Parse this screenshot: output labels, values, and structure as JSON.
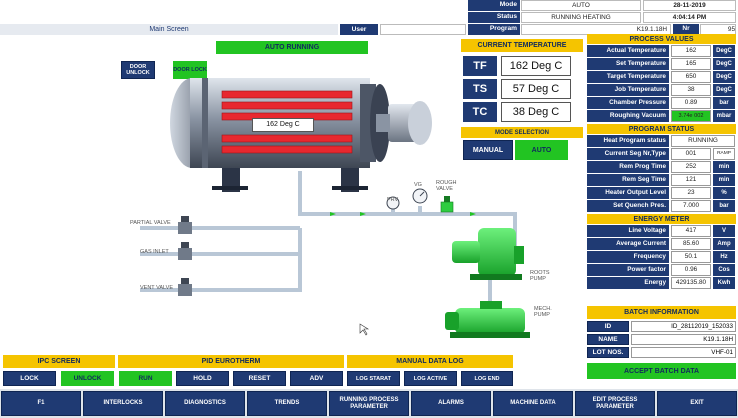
{
  "top_bar": {
    "mode_label": "Mode",
    "mode_value": "AUTO",
    "date": "28-11-2019",
    "status_label": "Status",
    "status_value": "RUNNING HEATING",
    "time": "4:04:14 PM",
    "program_label": "Program",
    "program_value": "K19.1.18H",
    "nr_label": "Nr",
    "nr_value": "95",
    "screen_tab": "Main Screen",
    "user_label": "User"
  },
  "auto_running": "AUTO RUNNING",
  "door_unlock": "DOOR UNLOCK",
  "door_lock": "DOOR LOCK",
  "furnace_temp": "162 Deg C",
  "plant_labels": {
    "partial_valve": "PARTIAL VALVE",
    "gas_inlet": "GAS INLET",
    "vent_valve": "VENT VALVE",
    "prv": "PRV",
    "vg": "VG",
    "rough_valve": "ROUGH VALVE",
    "roots_pump": "ROOTS PUMP",
    "mech_pump": "MECH. PUMP"
  },
  "current_temperature": {
    "title": "CURRENT TEMPERATURE",
    "rows": [
      {
        "tag": "TF",
        "value": "162 Deg C"
      },
      {
        "tag": "TS",
        "value": "57 Deg C"
      },
      {
        "tag": "TC",
        "value": "38 Deg C"
      }
    ]
  },
  "mode_selection": {
    "title": "MODE SELECTION",
    "manual": "MANUAL",
    "auto": "AUTO"
  },
  "process_values": {
    "title": "PROCESS VALUES",
    "rows": [
      {
        "label": "Actual Temperature",
        "value": "162",
        "unit": "DegC"
      },
      {
        "label": "Set Temperature",
        "value": "165",
        "unit": "DegC"
      },
      {
        "label": "Target Temperature",
        "value": "650",
        "unit": "DegC"
      },
      {
        "label": "Job Temperature",
        "value": "38",
        "unit": "DegC"
      },
      {
        "label": "Chamber Pressure",
        "value": "0.89",
        "unit": "bar"
      },
      {
        "label": "Roughing Vacuum",
        "value": "3.74e 002",
        "unit": "mbar"
      }
    ]
  },
  "program_status": {
    "title": "PROGRAM STATUS",
    "rows": [
      {
        "label": "Heat Program status",
        "value": "RUNNING",
        "unit": ""
      },
      {
        "label": "Current Seg Nr,Type",
        "value": "001",
        "unit": "RAMP RATE"
      },
      {
        "label": "Rem Prog Time",
        "value": "252",
        "unit": "min"
      },
      {
        "label": "Rem Seg Time",
        "value": "121",
        "unit": "min"
      },
      {
        "label": "Heater Output Level",
        "value": "23",
        "unit": "%"
      },
      {
        "label": "Set Quench Pres.",
        "value": "7.000",
        "unit": "bar"
      }
    ]
  },
  "energy_meter": {
    "title": "ENERGY METER",
    "rows": [
      {
        "label": "Line Voltage",
        "value": "417",
        "unit": "V"
      },
      {
        "label": "Average Current",
        "value": "85.60",
        "unit": "Amp"
      },
      {
        "label": "Frequency",
        "value": "50.1",
        "unit": "Hz"
      },
      {
        "label": "Power factor",
        "value": "0.96",
        "unit": "Cos"
      },
      {
        "label": "Energy",
        "value": "429135.80",
        "unit": "Kwh"
      }
    ]
  },
  "batch_information": {
    "title": "BATCH INFORMATION",
    "id_label": "ID",
    "id_value": "ID_28112019_152033",
    "name_label": "NAME",
    "name_value": "K19.1.18H",
    "lot_label": "LOT NOS.",
    "lot_value": "VHF-01",
    "accept_button": "ACCEPT BATCH DATA"
  },
  "ipc_screen": {
    "title": "IPC SCREEN",
    "lock": "LOCK",
    "unlock": "UNLOCK"
  },
  "pid_eurotherm": {
    "title": "PID EUROTHERM",
    "run": "RUN",
    "hold": "HOLD",
    "reset": "RESET",
    "adv": "ADV"
  },
  "manual_data_log": {
    "title": "MANUAL DATA LOG",
    "start": "LOG STARAT",
    "active": "LOG ACTIVE",
    "end": "LOG END"
  },
  "bottom_nav": [
    "F1",
    "INTERLOCKS",
    "DIAGNOSTICS",
    "TRENDS",
    "RUNNING PROCESS PARAMETER",
    "ALARMS",
    "MACHINE DATA",
    "EDIT PROCESS PARAMETER",
    "EXIT"
  ],
  "colors": {
    "navy": "#1f3a73",
    "yellow": "#f5c400",
    "green": "#22c422",
    "heater_red": "#e8282f",
    "pump_green": "#2ecc40",
    "pipe": "#b9c7d6"
  }
}
